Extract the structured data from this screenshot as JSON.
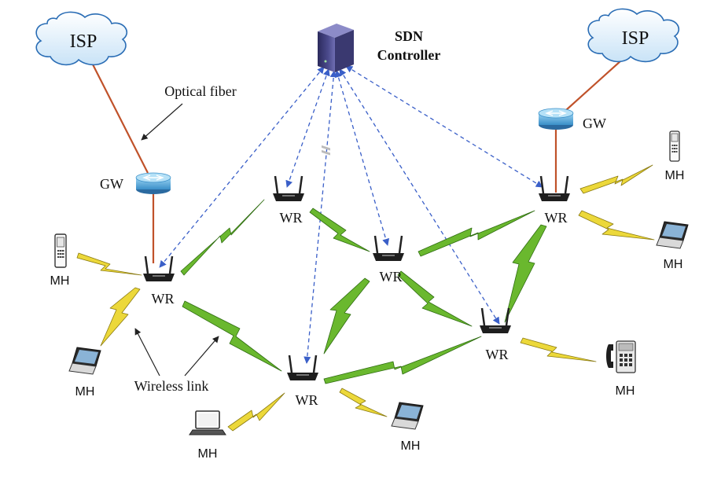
{
  "isp_left": "ISP",
  "isp_right": "ISP",
  "controller": {
    "line1": "SDN",
    "line2": "Controller"
  },
  "gw_label": "GW",
  "wr_label": "WR",
  "mh_label": "MH",
  "optical_fiber_label": "Optical fiber",
  "wireless_link_label": "Wireless link",
  "colors": {
    "fiber": "#c0522a",
    "control_link": "#3a5fc8",
    "wireless_green": "#6ab82e",
    "wireless_yellow": "#ecd83a",
    "cloud_fill": "#dceefb",
    "cloud_stroke": "#2a6db5",
    "router_body": "#1e1e1e",
    "gw_fill": "#5aaee0"
  }
}
